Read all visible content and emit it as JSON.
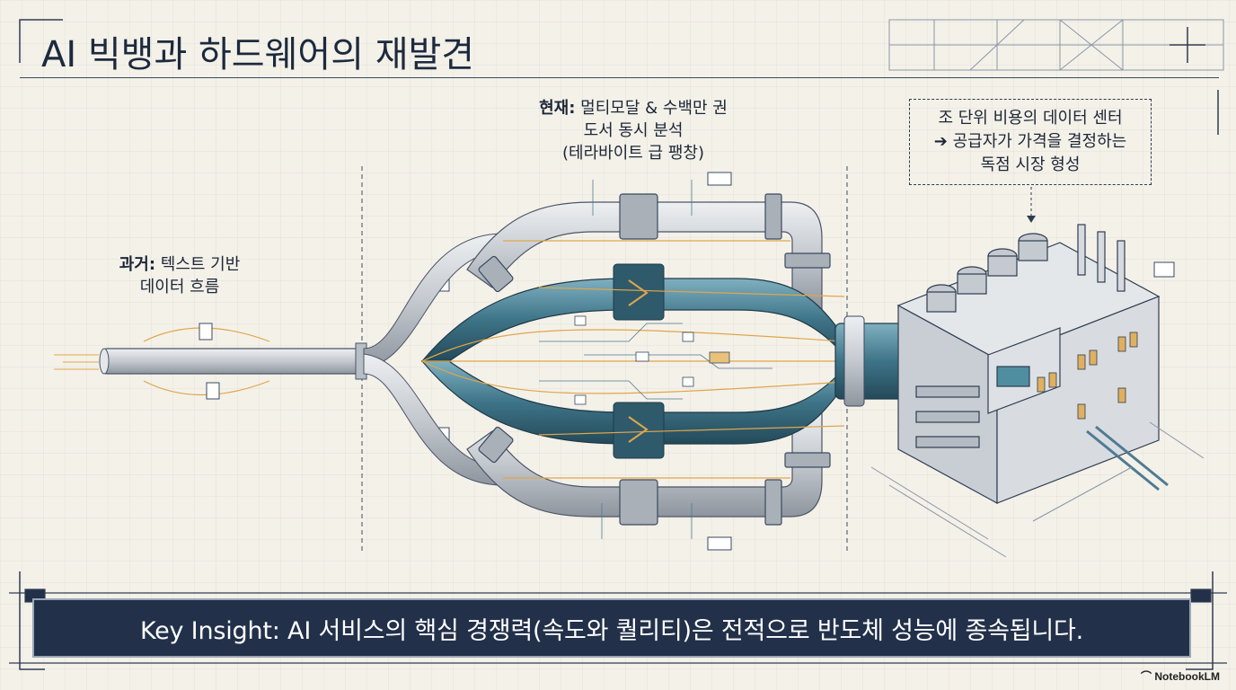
{
  "title": "AI 빅뱅과 하드웨어의 재발견",
  "past": {
    "prefix": "과거:",
    "line1_rest": " 텍스트 기반",
    "line2": "데이터 흐름"
  },
  "now": {
    "prefix": "현재:",
    "line1_rest": " 멀티모달 & 수백만 권",
    "line2": "도서 동시 분석",
    "line3": "(테라바이트 급 팽창)"
  },
  "datacenter": {
    "line1": "조 단위 비용의 데이터 센터",
    "line2": "➔ 공급자가 가격을 결정하는",
    "line3": "독점 시장 형성"
  },
  "banner": {
    "text": "Key Insight: AI 서비스의 핵심 경쟁력(속도와 퀄리티)은 전적으로 반도체 성능에 종속됩니다."
  },
  "brand": {
    "text": "NotebookLM"
  },
  "colors": {
    "navy": "#22304a",
    "teal": "#3e7488",
    "orange": "#e0a64a",
    "pipe_gray": "#c9cdd2",
    "paper": "#f4f1e9"
  }
}
